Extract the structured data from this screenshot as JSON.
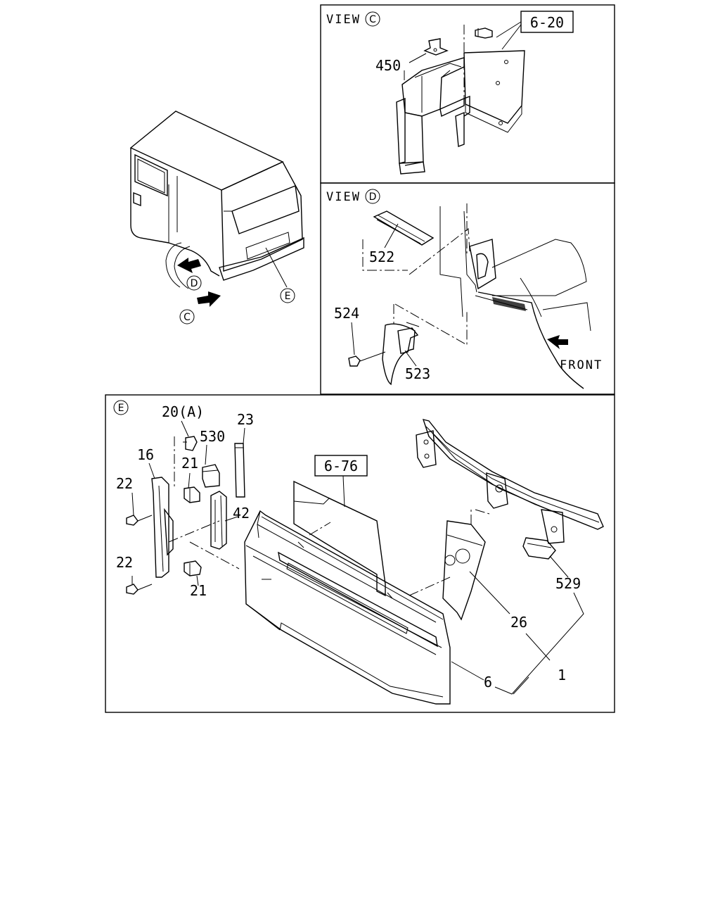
{
  "view_c": {
    "title": "VIEW",
    "marker": "C",
    "ref_box": "6-20",
    "part_450": "450"
  },
  "view_d": {
    "title": "VIEW",
    "marker": "D",
    "part_522": "522",
    "part_524": "524",
    "part_523": "523",
    "front_label": "FRONT"
  },
  "overview": {
    "marker_c": "C",
    "marker_d": "D",
    "marker_e": "E"
  },
  "detail_e": {
    "marker": "E",
    "ref_box": "6-76",
    "part_20a": "20(A)",
    "part_530": "530",
    "part_23": "23",
    "part_16": "16",
    "part_21_top": "21",
    "part_22_top": "22",
    "part_42": "42",
    "part_22_bottom": "22",
    "part_21_bottom": "21",
    "part_529": "529",
    "part_26": "26",
    "part_1": "1",
    "part_6": "6"
  }
}
